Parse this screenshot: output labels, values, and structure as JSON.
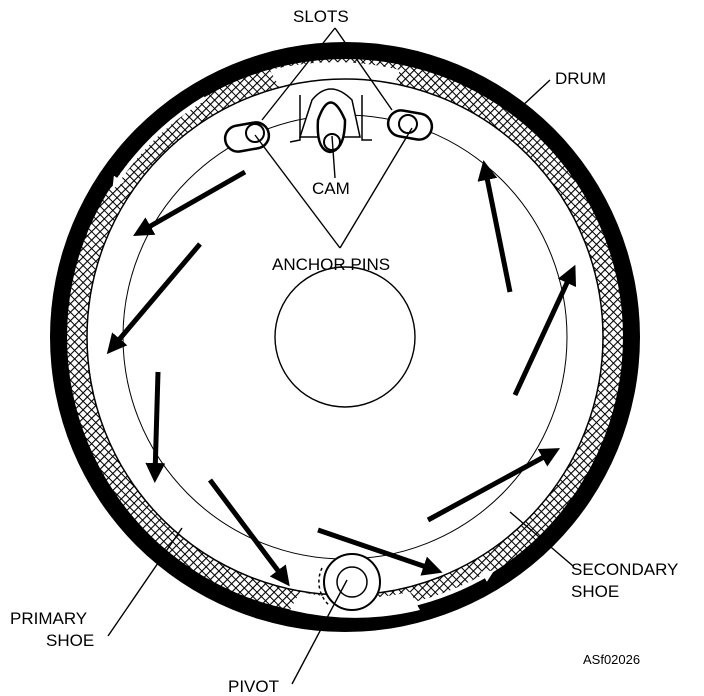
{
  "diagram": {
    "labels": {
      "slots": "SLOTS",
      "drum": "DRUM",
      "cam": "CAM",
      "anchor_pins": "ANCHOR PINS",
      "secondary_shoe_line1": "SECONDARY",
      "secondary_shoe_line2": "SHOE",
      "primary_shoe_line1": "PRIMARY",
      "primary_shoe_line2": "SHOE",
      "pivot": "PIVOT",
      "figure_code": "ASf02026"
    }
  }
}
